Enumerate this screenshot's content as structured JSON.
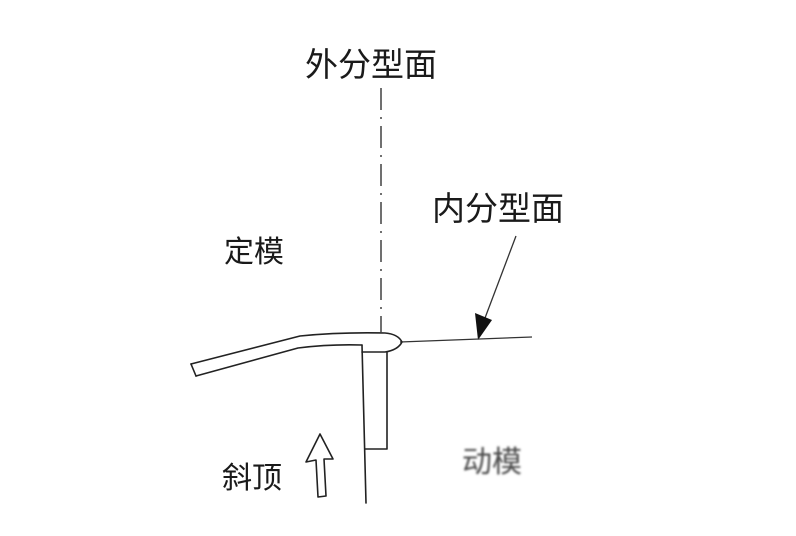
{
  "labels": {
    "outer_parting_surface": "外分型面",
    "inner_parting_surface": "内分型面",
    "fixed_mold": "定模",
    "moving_mold": "动模",
    "angled_lifter": "斜顶"
  }
}
